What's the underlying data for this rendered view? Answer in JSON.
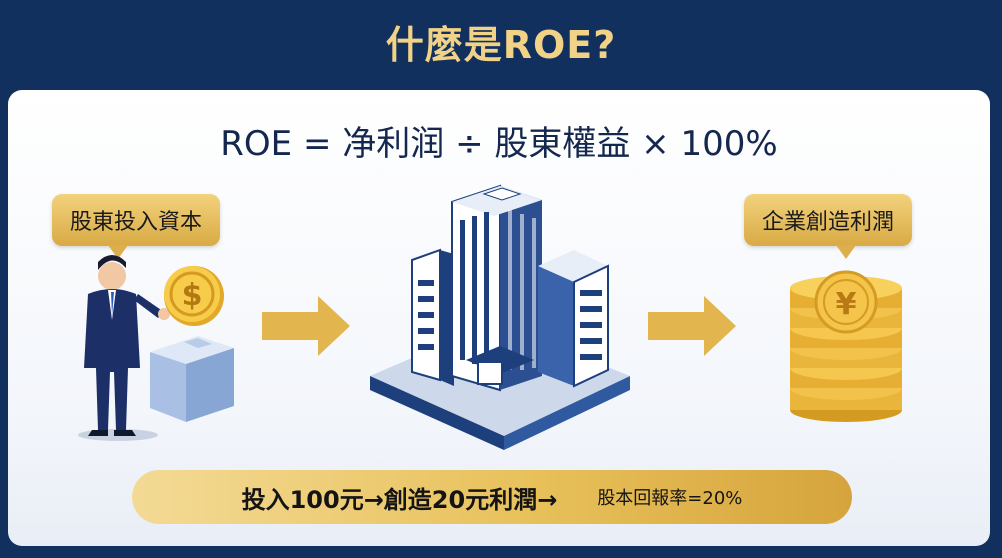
{
  "title": "什麼是ROE?",
  "formula": "ROE = 净利润 ÷ 股東權益 × 100%",
  "labels": {
    "investor": "股東投入資本",
    "profit": "企業創造利潤"
  },
  "icons": {
    "investor": "businessman-with-dollar-coin-icon",
    "box": "box-icon",
    "building": "office-building-icon",
    "coins": "yen-coin-stack-icon",
    "arrow": "right-arrow-icon"
  },
  "summary": {
    "main": "投入100元→創造20元利潤→",
    "small": "股本回報率=20%"
  },
  "colors": {
    "navy": "#11305e",
    "gold": "#e6bc57"
  }
}
